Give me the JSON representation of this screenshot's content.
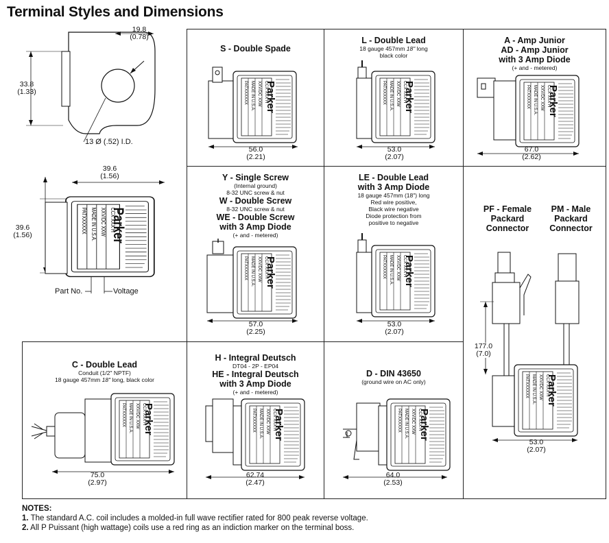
{
  "title": "Terminal Styles and Dimensions",
  "left_top": {
    "width_dim": "19.8",
    "width_dim_in": "(0.78)",
    "height_dim": "33.8",
    "height_dim_in": "(1.33)",
    "id_dim": "13 Ø (.52) I.D."
  },
  "left_mid": {
    "width_dim": "39.6",
    "width_dim_in": "(1.56)",
    "height_dim": "39.6",
    "height_dim_in": "(1.56)",
    "part_no": "Part No.",
    "voltage": "Voltage"
  },
  "coil_label": {
    "brand": "Parker",
    "line1": "PATXXXXXX",
    "line2": "MADE IN U.S.A.",
    "line3": "XXV/DC  XXW",
    "line4": "CCX  XXX  H"
  },
  "panels": {
    "s": {
      "title": "S - Double Spade",
      "dim": "56.0",
      "dim_in": "(2.21)"
    },
    "l": {
      "title": "L - Double Lead",
      "sub1": "18 gauge 457mm",
      "sub1_em": "18\"",
      "sub1_end": "long",
      "sub2": "black color",
      "dim": "53.0",
      "dim_in": "(2.07)"
    },
    "a": {
      "title1": "A - Amp Junior",
      "title2": "AD - Amp Junior",
      "title3": "with 3 Amp Diode",
      "sub": "(+ and - metered)",
      "dim": "67.0",
      "dim_in": "(2.62)"
    },
    "y": {
      "title1": "Y - Single Screw",
      "sub1": "(Internal ground)",
      "sub2": "8-32 UNC screw & nut",
      "title2": "W - Double Screw",
      "sub3": "8-32 UNC screw & nut",
      "title3": "WE - Double Screw",
      "title4": "with 3 Amp Diode",
      "sub4": "(+ and - metered)",
      "dim": "57.0",
      "dim_in": "(2.25)"
    },
    "le": {
      "title1": "LE - Double Lead",
      "title2": "with 3 Amp Diode",
      "sub1": "18 gauge 457mm (18\") long",
      "sub2": "Red wire positive,",
      "sub3": "Black wire negative",
      "sub4": "Diode protection from",
      "sub5": "positive to negative",
      "dim": "53.0",
      "dim_in": "(2.07)"
    },
    "pf": {
      "title1": "PF - Female",
      "title2": "Packard",
      "title3": "Connector"
    },
    "pm": {
      "title1": "PM - Male",
      "title2": "Packard",
      "title3": "Connector"
    },
    "p_dims": {
      "height": "177.0",
      "height_in": "(7.0)",
      "width": "53.0",
      "width_in": "(2.07)"
    },
    "c": {
      "title": "C - Double Lead",
      "sub1": "Conduit (1/2\" NPTF)",
      "sub2": "18 gauge 457mm",
      "sub2_em": "18\"",
      "sub2_end": "long, black color",
      "dim": "75.0",
      "dim_in": "(2.97)"
    },
    "h": {
      "title1": "H - Integral Deutsch",
      "sub1": "DT04 - 2P - EP04",
      "title2": "HE - Integral Deutsch",
      "title3": "with 3 Amp Diode",
      "sub2": "(+ and - metered)",
      "dim": "62.74",
      "dim_in": "(2.47)"
    },
    "d": {
      "title": "D - DIN 43650",
      "sub": "(ground wire on AC only)",
      "dim": "64.0",
      "dim_in": "(2.53)"
    }
  },
  "notes": {
    "heading": "NOTES:",
    "n1_num": "1.",
    "n1": "The standard A.C. coil includes a molded-in full wave rectifier rated for 800 peak reverse voltage.",
    "n2_num": "2.",
    "n2": "All P Puissant (high wattage) coils use a red ring as an indiction marker on the terminal boss."
  }
}
